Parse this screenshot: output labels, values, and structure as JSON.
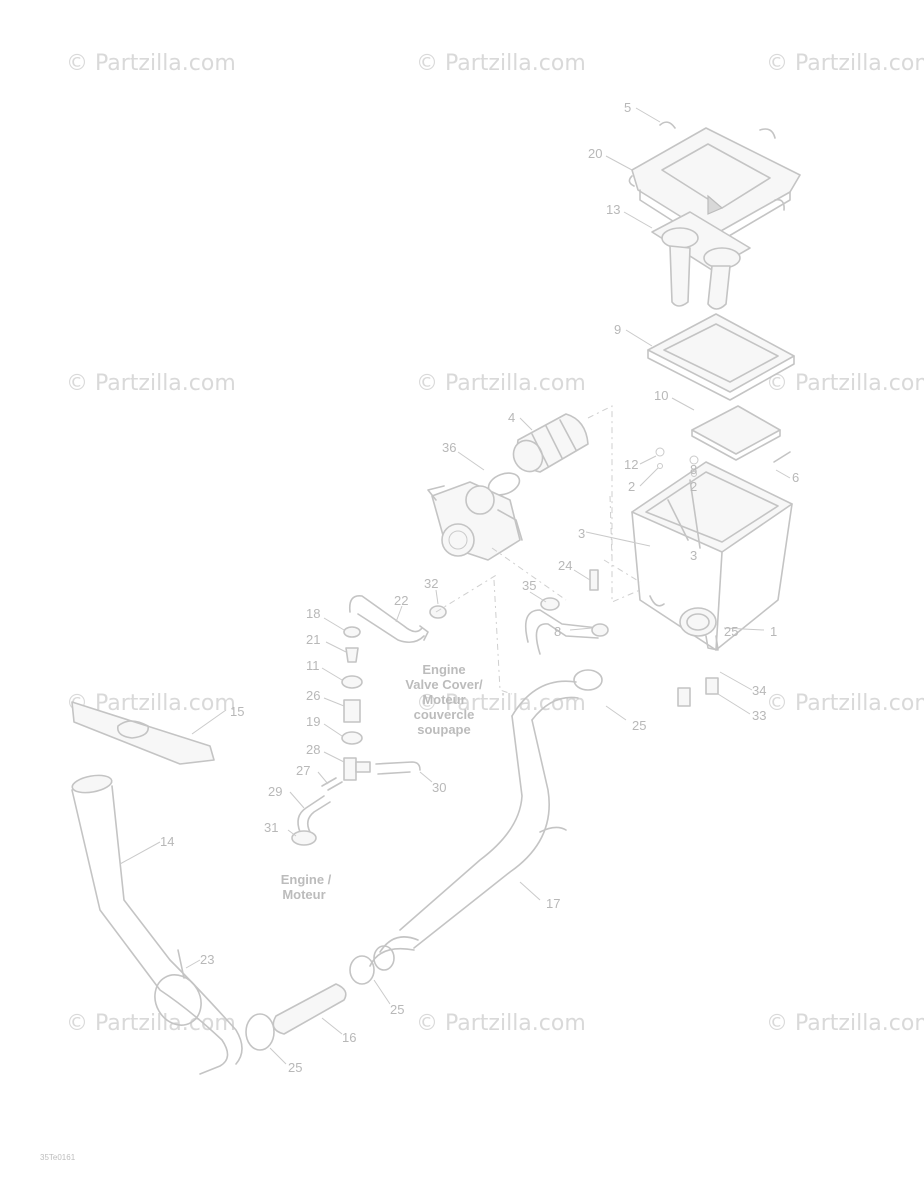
{
  "watermark": "© Partzilla.com",
  "part_labels": [
    "1",
    "2",
    "2",
    "3",
    "3",
    "4",
    "5",
    "6",
    "8",
    "8",
    "9",
    "10",
    "11",
    "12",
    "13",
    "14",
    "15",
    "16",
    "17",
    "18",
    "19",
    "20",
    "21",
    "22",
    "23",
    "24",
    "25",
    "25",
    "25",
    "25",
    "26",
    "27",
    "28",
    "29",
    "30",
    "31",
    "32",
    "33",
    "34",
    "35",
    "36"
  ],
  "notes": {
    "valve_cover": [
      "Engine",
      "Valve Cover/",
      "Moteur",
      "couvercle",
      "soupape"
    ],
    "engine": [
      "Engine /",
      "Moteur"
    ]
  },
  "drawing_code": "35Te0161"
}
